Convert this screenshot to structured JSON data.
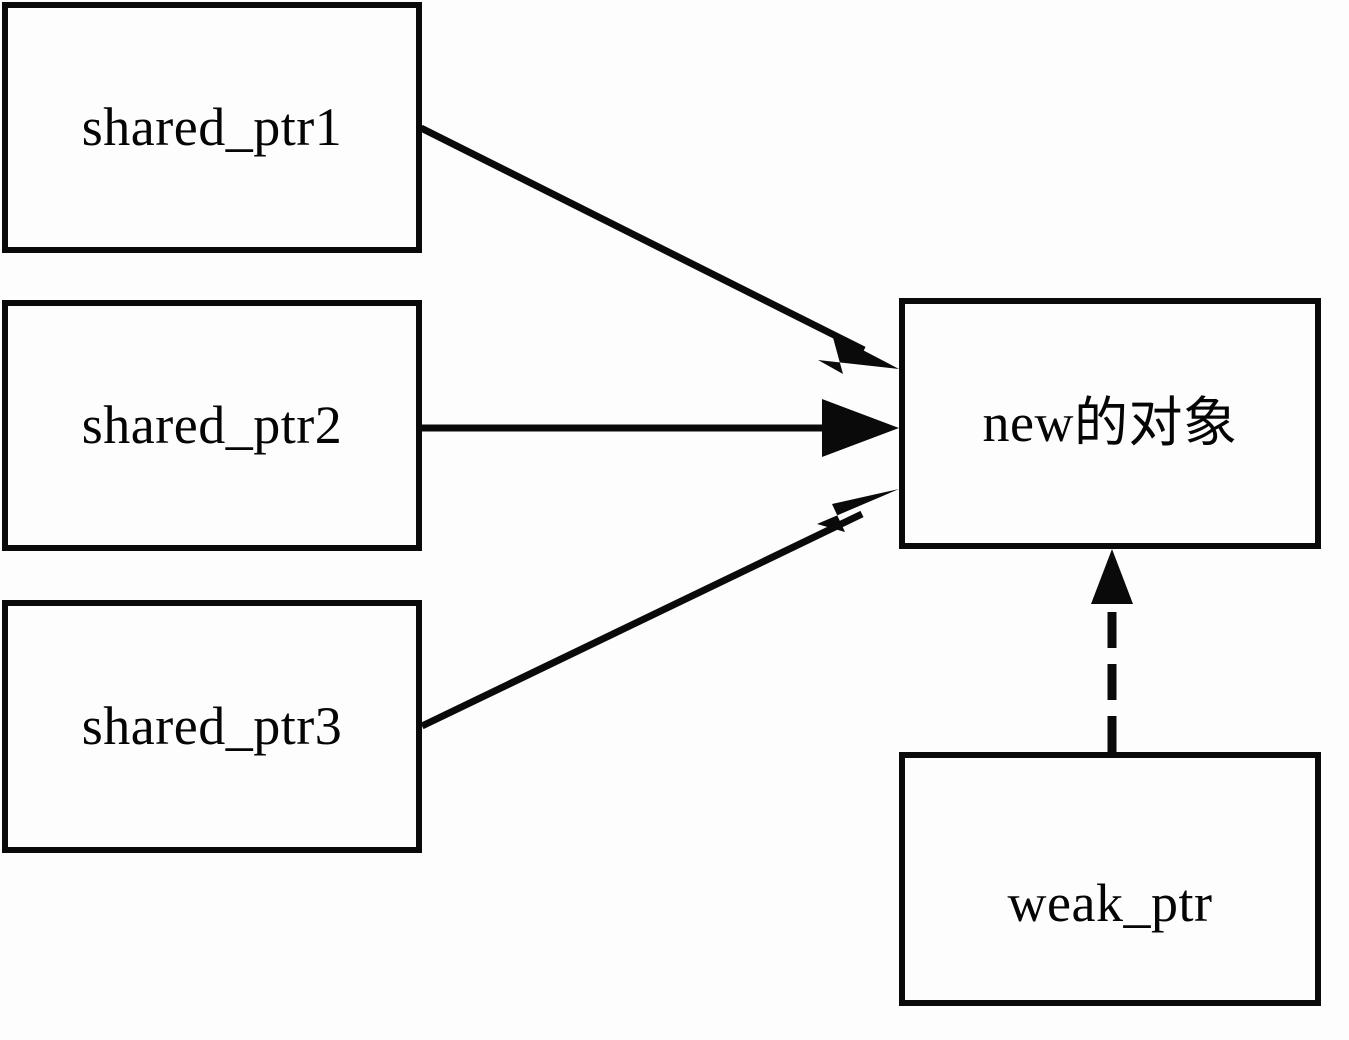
{
  "diagram": {
    "title": "shared_ptr and weak_ptr reference diagram",
    "background_color": "#fdfdfd",
    "stroke_color": "#0a0a0a",
    "text_color": "#050505",
    "nodes": [
      {
        "id": "shared_ptr1",
        "label": "shared_ptr1",
        "shape": "rectangle"
      },
      {
        "id": "shared_ptr2",
        "label": "shared_ptr2",
        "shape": "rectangle"
      },
      {
        "id": "shared_ptr3",
        "label": "shared_ptr3",
        "shape": "rectangle"
      },
      {
        "id": "new_object",
        "label": "new的对象",
        "shape": "rectangle"
      },
      {
        "id": "weak_ptr",
        "label": "weak_ptr",
        "shape": "rectangle"
      }
    ],
    "edges": [
      {
        "id": "e1",
        "from": "shared_ptr1",
        "to": "new_object",
        "style": "solid",
        "arrow": "single"
      },
      {
        "id": "e2",
        "from": "shared_ptr2",
        "to": "new_object",
        "style": "solid",
        "arrow": "single"
      },
      {
        "id": "e3",
        "from": "shared_ptr3",
        "to": "new_object",
        "style": "solid",
        "arrow": "single"
      },
      {
        "id": "e4",
        "from": "weak_ptr",
        "to": "new_object",
        "style": "dashed",
        "arrow": "single"
      }
    ]
  }
}
